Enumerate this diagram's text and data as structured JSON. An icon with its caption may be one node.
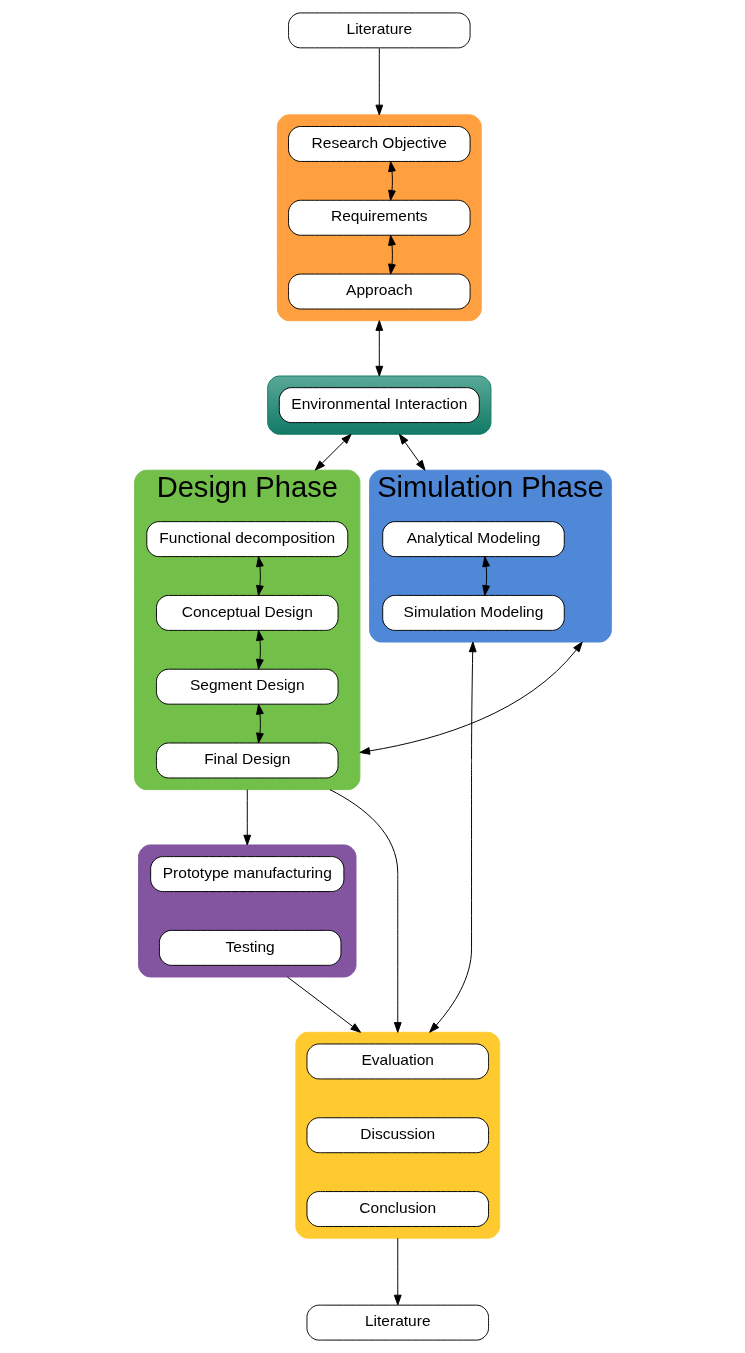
{
  "diagram": {
    "nodes": [
      {
        "text": [
          "Literature"
        ]
      },
      {
        "text": [],
        "shape": "box"
      },
      {
        "text": [
          "Research Objective"
        ],
        "in": 1
      },
      {
        "text": [
          "Requirements"
        ],
        "in": 1
      },
      {
        "text": [
          "Approach"
        ],
        "in": 1
      },
      {
        "text": [],
        "shape": "box"
      },
      {
        "text": [
          "Environmental Interaction"
        ],
        "in": 5
      },
      {
        "text": [
          "Design Phase"
        ]
      },
      {
        "text": [
          "Functional decomposition"
        ],
        "in": 7
      },
      {
        "text": [
          "Conceptual Design"
        ],
        "in": 7
      },
      {
        "text": [
          "Segment Design"
        ],
        "in": 7
      },
      {
        "text": [
          "Final Design"
        ],
        "in": 7
      },
      {
        "text": [
          "Simulation Phase"
        ]
      },
      {
        "text": [
          "Analytical Modeling"
        ],
        "in": 12
      },
      {
        "text": [
          "Simulation Modeling"
        ],
        "in": 12
      },
      {
        "text": [],
        "shape": "box"
      },
      {
        "text": [
          "Prototype manufacturing"
        ],
        "in": 15
      },
      {
        "text": [
          "Testing"
        ],
        "in": 15
      },
      {
        "text": [],
        "shape": "box"
      },
      {
        "text": [
          "Evaluation"
        ],
        "in": 18
      },
      {
        "text": [
          "Discussion"
        ],
        "in": 18
      },
      {
        "text": [
          "Conclusion"
        ],
        "in": 18
      },
      {
        "text": [
          "Literature"
        ]
      }
    ],
    "edges": [
      {
        "from": 0,
        "to": 1,
        "arrow": "to"
      },
      {
        "from": 2,
        "to": 3,
        "arrow": "both"
      },
      {
        "from": 3,
        "to": 4,
        "arrow": "both"
      },
      {
        "from": 1,
        "to": 5,
        "arrow": "both"
      },
      {
        "from": 5,
        "to": 7,
        "arrow": "both"
      },
      {
        "from": 5,
        "to": 12,
        "arrow": "both"
      },
      {
        "from": 8,
        "to": 9,
        "arrow": "both"
      },
      {
        "from": 9,
        "to": 10,
        "arrow": "both"
      },
      {
        "from": 10,
        "to": 11,
        "arrow": "both"
      },
      {
        "from": 7,
        "to": 12,
        "arrow": "both"
      },
      {
        "from": 13,
        "to": 14,
        "arrow": "both"
      },
      {
        "from": 7,
        "to": 15,
        "arrow": "to"
      },
      {
        "from": 15,
        "to": 18,
        "arrow": "to"
      },
      {
        "from": 7,
        "to": 18,
        "arrow": "to"
      },
      {
        "from": 12,
        "to": 18,
        "arrow": "both"
      },
      {
        "from": 18,
        "to": 22,
        "arrow": "to"
      }
    ]
  }
}
